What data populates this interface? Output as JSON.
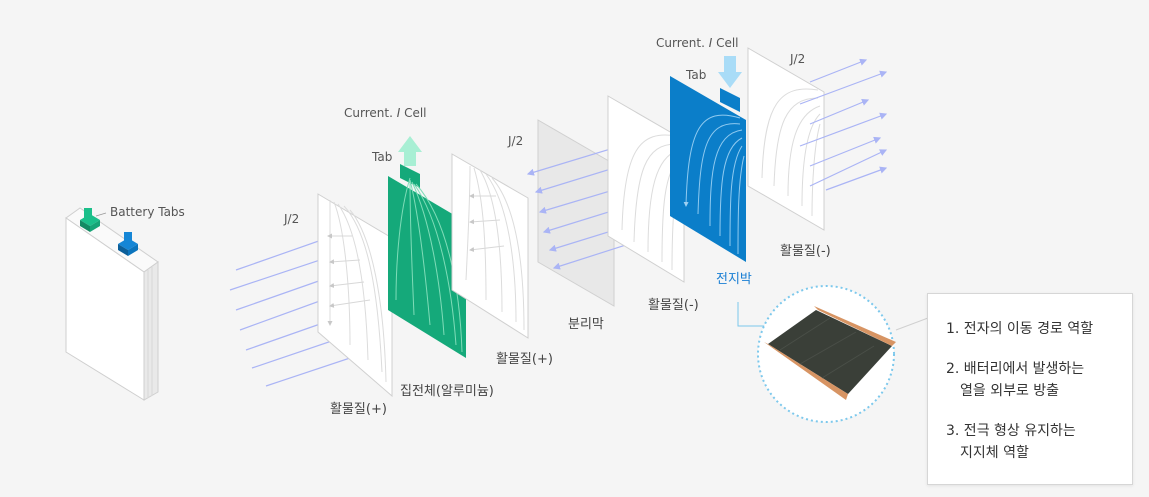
{
  "colors": {
    "background": "#f5f5f5",
    "panel_edge": "#d0d0d0",
    "green_foil": "#15a97a",
    "blue_foil": "#0b7ec9",
    "arrow_green": "#a8efd4",
    "arrow_blue": "#a9dcf7",
    "current_lines": "#aab4f5",
    "dotted_circle": "#7cc8ec",
    "copper": "#d79463",
    "dark_foil": "#3a3f38"
  },
  "labels": {
    "battery_tabs": "Battery Tabs",
    "current_left": "Current. ",
    "current_left_italic": "I",
    "current_left_suffix": " Cell",
    "current_right": "Current. ",
    "current_right_italic": "I",
    "current_right_suffix": " Cell",
    "tab_left": "Tab",
    "tab_right": "Tab",
    "j2_left": "J/2",
    "j2_middle": "J/2",
    "j2_right": "J/2",
    "active_plus_1": "활물질(+)",
    "collector_al": "집전체(알루미늄)",
    "active_plus_2": "활물질(+)",
    "separator": "분리막",
    "active_minus_1": "활물질(-)",
    "electrode_foil": "전지박",
    "active_minus_2": "활물질(-)"
  },
  "info": {
    "item1": "1. 전자의 이동 경로 역할",
    "item2_line1": "2. 배터리에서 발생하는",
    "item2_line2": "열을 외부로 방출",
    "item3_line1": "3. 전극 형상 유지하는",
    "item3_line2": "지지체 역할"
  }
}
